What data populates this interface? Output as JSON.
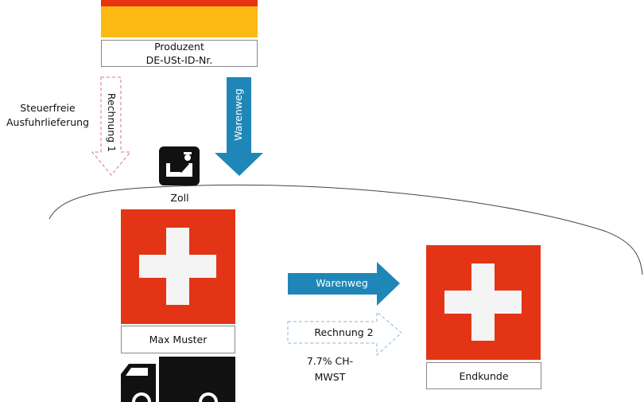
{
  "producer": {
    "line1": "Produzent",
    "line2": "DE-USt-ID-Nr."
  },
  "tax_free_note": {
    "line1": "Steuerfreie",
    "line2": "Ausfuhrlieferung"
  },
  "invoice1_label": "Rechnung 1",
  "goods_route_down_label": "Warenweg",
  "customs_label": "Zoll",
  "intermediary_label": "Max Muster",
  "goods_route_right_label": "Warenweg",
  "invoice2_label": "Rechnung 2",
  "vat_note": {
    "line1": "7.7% CH-",
    "line2": "MWST"
  },
  "end_customer_label": "Endkunde",
  "colors": {
    "de_red": "#e63312",
    "de_gold": "#fdb913",
    "ch_red": "#e33515",
    "arrow_blue": "#1f87b8",
    "invoice1_dash": "#e07080",
    "invoice2_dash": "#8ab4d8"
  }
}
